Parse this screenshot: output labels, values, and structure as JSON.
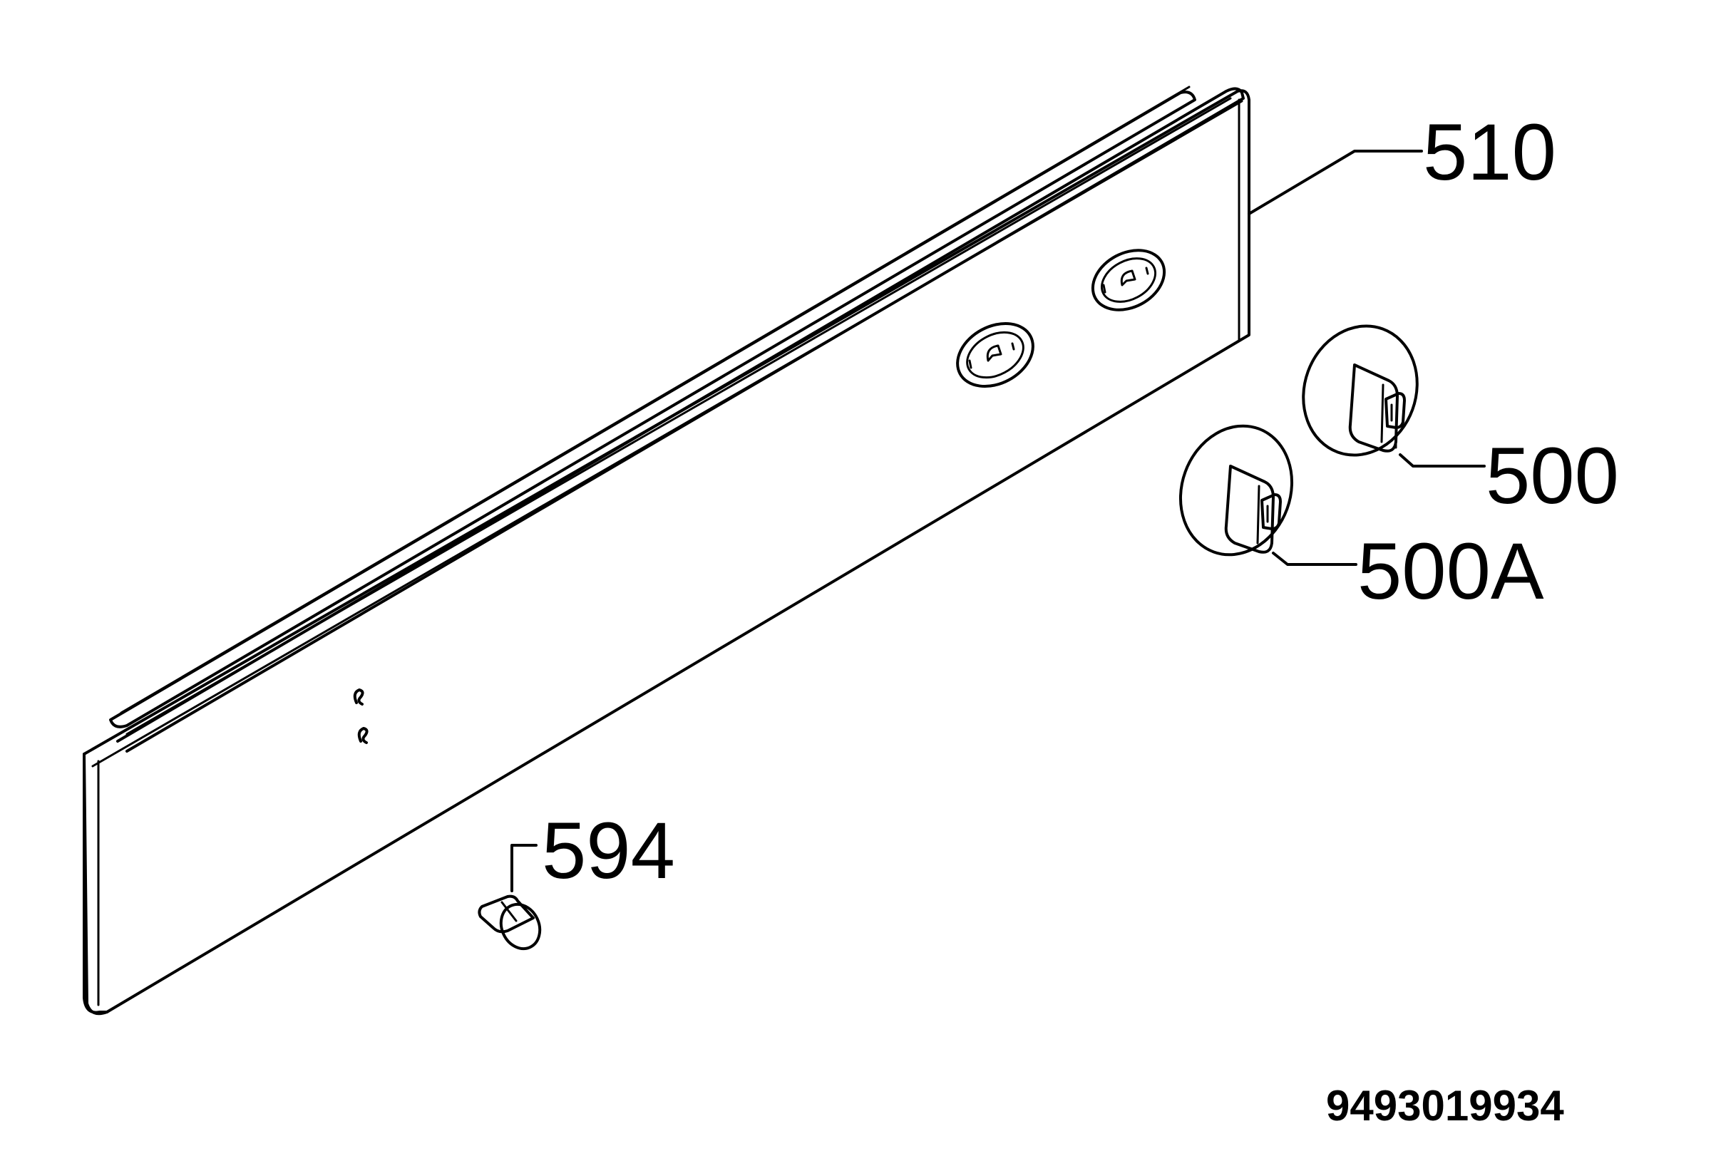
{
  "diagram": {
    "callouts": {
      "panel": "510",
      "knob_right": "500",
      "knob_left": "500A",
      "screw": "594"
    },
    "drawing_number": "9493019934"
  }
}
